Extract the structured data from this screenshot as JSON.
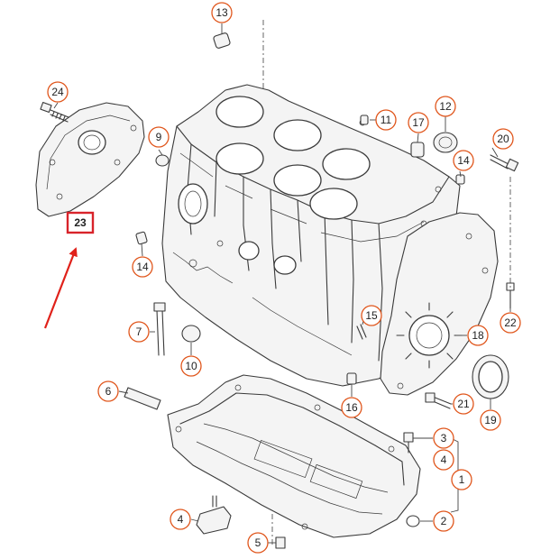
{
  "colors": {
    "callout_border": "#e0561c",
    "highlight_border": "#d8232a",
    "arrow": "#e0211a",
    "linework": "#3a3a3a"
  },
  "callouts": [
    {
      "label": "1"
    },
    {
      "label": "2"
    },
    {
      "label": "3"
    },
    {
      "label": "4"
    },
    {
      "label": "4"
    },
    {
      "label": "5"
    },
    {
      "label": "6"
    },
    {
      "label": "7"
    },
    {
      "label": "9"
    },
    {
      "label": "10"
    },
    {
      "label": "11"
    },
    {
      "label": "12"
    },
    {
      "label": "13"
    },
    {
      "label": "14"
    },
    {
      "label": "14"
    },
    {
      "label": "15"
    },
    {
      "label": "16"
    },
    {
      "label": "17"
    },
    {
      "label": "18"
    },
    {
      "label": "19"
    },
    {
      "label": "20"
    },
    {
      "label": "21"
    },
    {
      "label": "22"
    },
    {
      "label": "24"
    }
  ],
  "highlighted_callout": {
    "label": "23"
  }
}
